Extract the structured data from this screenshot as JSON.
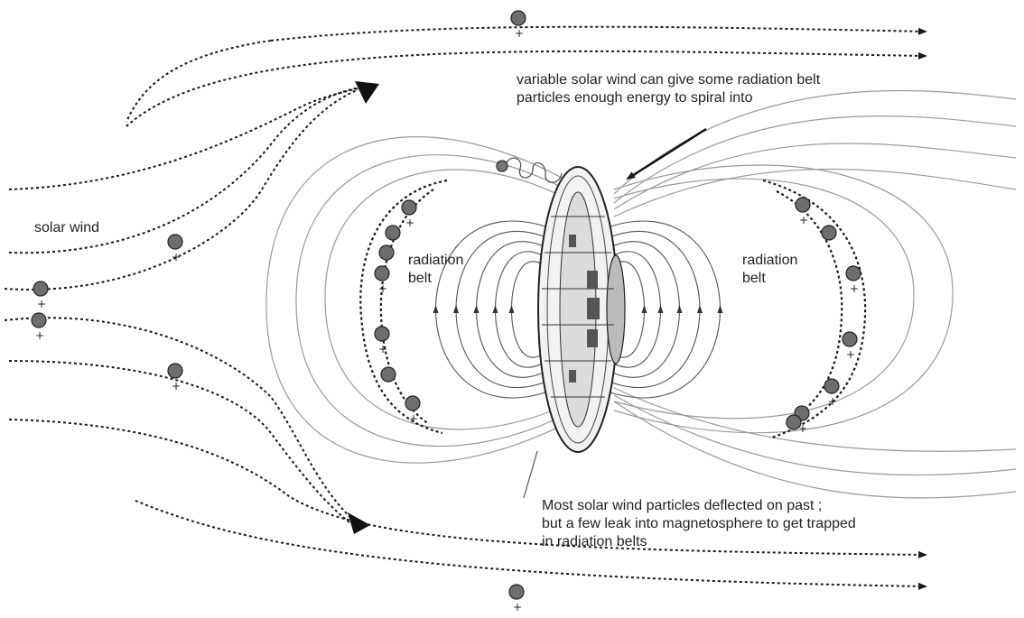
{
  "labels": {
    "solar_wind": "solar wind",
    "radiation_belt_left": [
      "radiation",
      "belt"
    ],
    "radiation_belt_right": [
      "radiation",
      "belt"
    ],
    "annotation_top": [
      "variable solar wind can give some radiation belt",
      "particles enough energy to spiral into"
    ],
    "annotation_bottom": [
      "Most solar wind particles deflected on past ;",
      "but a few leak into magnetosphere to get trapped",
      "in radiation belts"
    ],
    "particle_charge": "+"
  },
  "colors": {
    "field_line": "#9a9a9a",
    "wind_line": "#1a1a1a",
    "particle": "#6e6e6e",
    "text": "#222222"
  },
  "icons": [
    "arrowhead-icon",
    "spacecraft-icon",
    "spiral-icon",
    "particle-icon"
  ]
}
